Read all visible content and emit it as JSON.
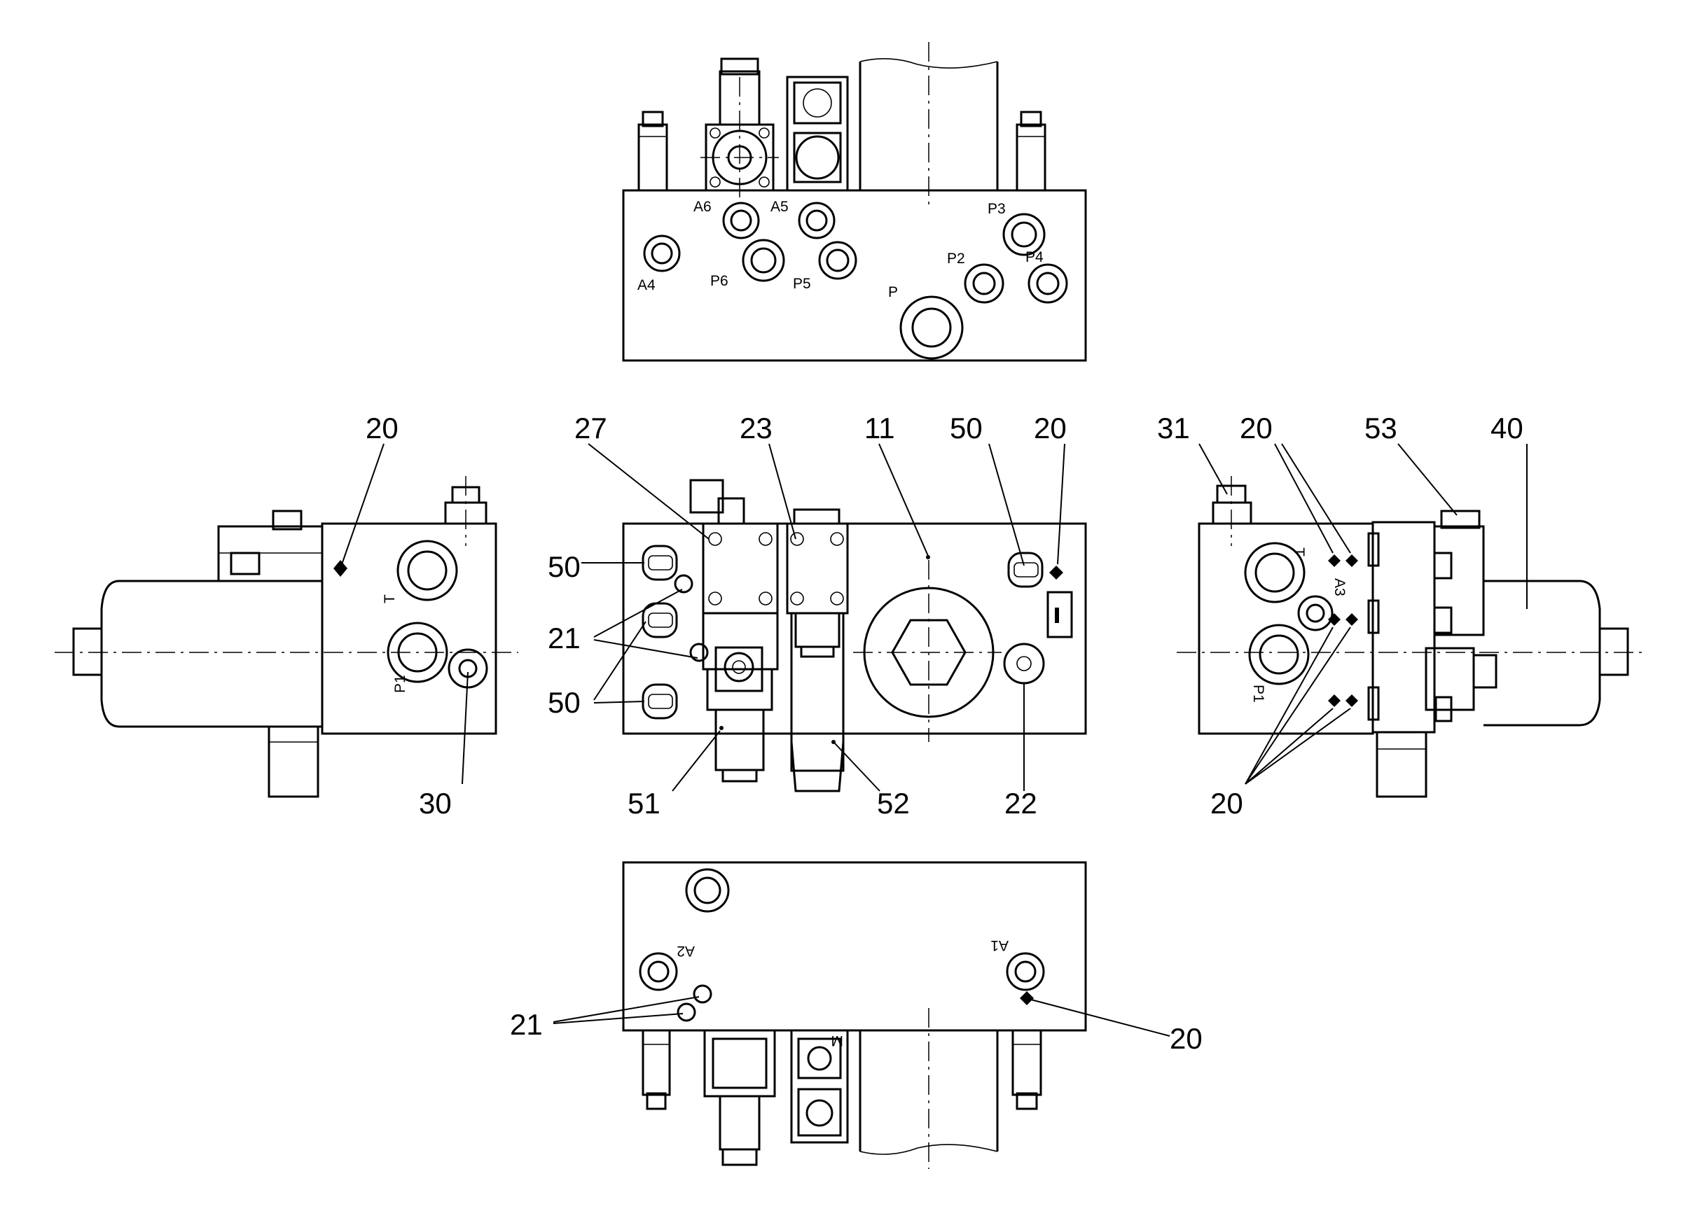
{
  "callouts": {
    "c20_left": "20",
    "c30": "30",
    "c27": "27",
    "c23": "23",
    "c11": "11",
    "c50_center": "50",
    "c20_center": "20",
    "c50_a": "50",
    "c21_center": "21",
    "c50_b": "50",
    "c51": "51",
    "c52": "52",
    "c22": "22",
    "c31": "31",
    "c20_right_top": "20",
    "c53": "53",
    "c40": "40",
    "c20_right_bottom": "20",
    "c21_bottom": "21",
    "c20_bottom": "20"
  },
  "ports": {
    "top_view": {
      "A6": "A6",
      "A5": "A5",
      "A4": "A4",
      "P6": "P6",
      "P5": "P5",
      "P": "P",
      "P3": "P3",
      "P2": "P2",
      "P4": "P4"
    },
    "left_view": {
      "T": "T",
      "P1": "P1"
    },
    "right_view": {
      "T": "T",
      "A3": "A3",
      "P1": "P1"
    },
    "bottom_view": {
      "A2": "A2",
      "A1": "A1",
      "M": "M"
    }
  }
}
